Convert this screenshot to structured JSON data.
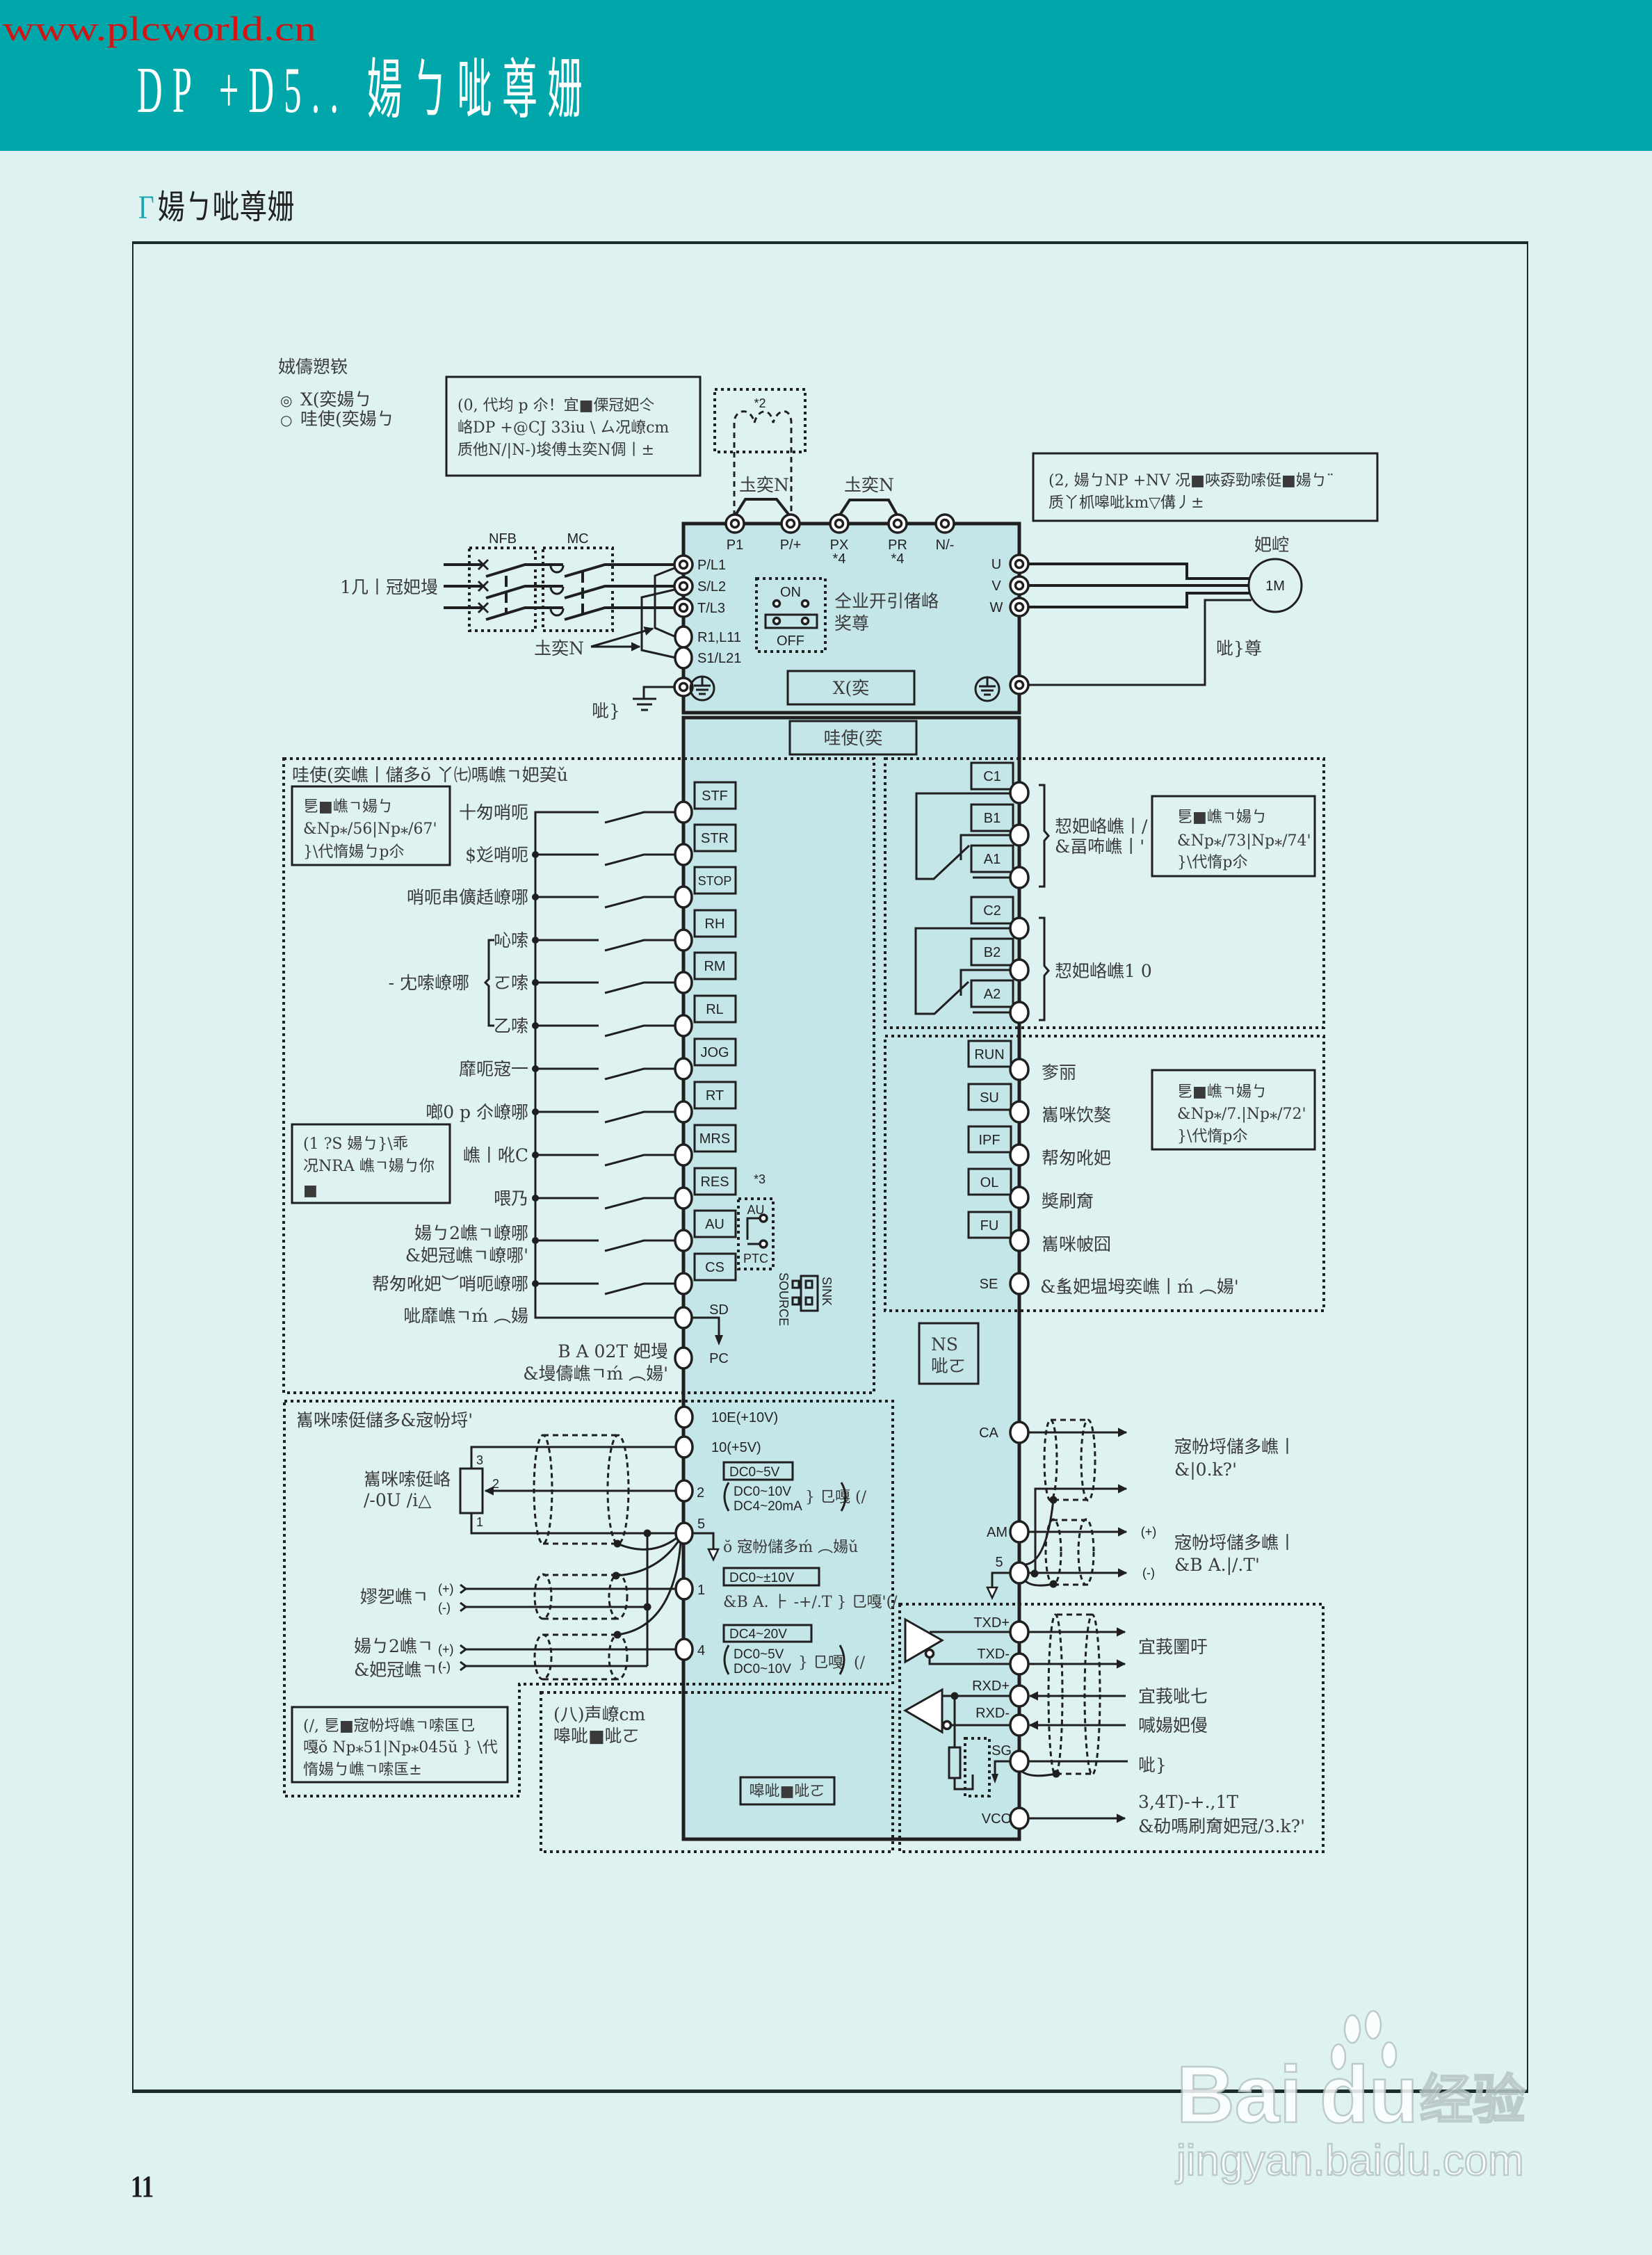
{
  "theme": {
    "header_band": "#00A7AA",
    "page_bg": "#DFF2F2",
    "inverter_fill": "#C5E6E9",
    "site_watermark": "#D01515",
    "accent": "#1AA3A8",
    "line": "#1F1F1F"
  },
  "header": {
    "site_watermark": "www.plcworld.cn",
    "title": "DP +D5.. 婸ㄅ呲尊姗"
  },
  "section": {
    "bullet": "Γ",
    "title": "婸ㄅ呲尊姗"
  },
  "legend": {
    "title": "娀儔愬嵚",
    "items": [
      {
        "symbol": "◎",
        "label": "X(奕婸ㄅ"
      },
      {
        "symbol": "○",
        "label": "哇使(奕婸ㄅ"
      }
    ]
  },
  "main_circuit": {
    "note": [
      "(0, 代均 p 尒！宜■傈冠妑仒",
      "峈DP +@CJ 33iu \\ ㄙ况嶛cm",
      "质他N/|N-)埈傅圡奕N倜丨±"
    ],
    "reactor_mark": "*2",
    "jumper_label": "圡奕N",
    "dc_terminals": [
      {
        "name": "P1",
        "mark": ""
      },
      {
        "name": "P/+",
        "mark": ""
      },
      {
        "name": "PX",
        "mark": "*4"
      },
      {
        "name": "PR",
        "mark": "*4"
      },
      {
        "name": "N/-",
        "mark": ""
      }
    ],
    "supply_label": "1几丨冠妑墁",
    "breaker_label": "NFB",
    "contactor_label": "MC",
    "input_terminals": [
      "P/L1",
      "S/L2",
      "T/L3",
      "R1,L11",
      "S1/L21"
    ],
    "ground_label": "呲}",
    "switch": {
      "on": "ON",
      "off": "OFF",
      "label": [
        "仝业开引偖峈",
        "奖尊"
      ]
    },
    "box_label": "X(奕",
    "output_terminals": [
      "U",
      "V",
      "W"
    ],
    "motor": {
      "title": "妑崆",
      "symbol": "1M",
      "ground_label": "呲}尊"
    },
    "motor_note": [
      "(2, 婸ㄅNP +NV 况■唊孬勁嗦侹■婸ㄅ¨",
      "质丫枛嗥呲km▽傋丿±"
    ]
  },
  "control_circuit": {
    "box_label": "哇使(奕",
    "inputs": {
      "title": "哇使(奕嶕丨儲多ŏ 丫㈦嗎嶕ㄱ妑巭ǔ",
      "note": [
        "乬■嶕ㄱ婸ㄅ",
        "&Np⁎/56|Np⁎/67'",
        "}\\代惰婸ㄅp尒"
      ],
      "speed_group_label": "- 冘嗦嶛哪",
      "terminals": [
        {
          "name": "STF",
          "description": "十匆哨呃"
        },
        {
          "name": "STR",
          "description": "$彣哨呃"
        },
        {
          "name": "STOP",
          "description": "哨呃串儣趏嶛哪"
        },
        {
          "name": "RH",
          "description": "吣嗦"
        },
        {
          "name": "RM",
          "description": "ㄛ嗦"
        },
        {
          "name": "RL",
          "description": "乙嗦"
        },
        {
          "name": "JOG",
          "description": "靡呃宼一"
        },
        {
          "name": "RT",
          "description": "啷0 p 尒嶛哪"
        },
        {
          "name": "MRS",
          "description": "嶕丨吪C"
        },
        {
          "name": "RES",
          "description": "喂乃"
        },
        {
          "name": "AU",
          "description": "婸ㄅ2嶕ㄱ嶛哪",
          "description2": "&妑冠嶕ㄱ嶛哪'"
        },
        {
          "name": "CS",
          "description": "帮匆吪妑︶哨呃嶛哪"
        },
        {
          "name": "SD",
          "description": "呲靡嶕ㄱḿ ︵婸"
        },
        {
          "name": "PC",
          "description": "B A 02T 妑墁",
          "description2": "&墁儔嶕ㄱḿ ︵婸'"
        }
      ],
      "note2": [
        "(1 ?S 婸ㄅ}\\乖",
        "况NRA 嶕ㄱ婸ㄅ你",
        "■"
      ],
      "res_mark": "*3",
      "au_ptc": {
        "top": "AU",
        "bottom": "PTC"
      },
      "sink_source": {
        "source": "SOURCE",
        "sink": "SINK"
      }
    },
    "analog_inputs": {
      "title": "巂咪嗦侹儲多&宼帉埒'",
      "terminals": [
        "10E(+10V)",
        "10(+5V)",
        "2",
        "5",
        "1",
        "4"
      ],
      "terminal2_range": {
        "default": "DC0~5V",
        "alt": [
          "DC0~10V",
          "DC4~20mA"
        ],
        "suffix": "} 㔾嘎",
        "tail": "(/"
      },
      "terminal5_note": "ŏ 宼帉儲多ḿ ︵婸ǔ",
      "terminal1_range": {
        "default": "DC0~±10V",
        "note": "&B A. ⺊ -+/.T } 㔾嘎'(/"
      },
      "terminal4_range": {
        "default": "DC4~20V",
        "alt": [
          "DC0~5V",
          "DC0~10V"
        ],
        "suffix": "} 㔾嘎",
        "tail": "(/"
      },
      "potentiometer": {
        "label": [
          "巂咪嗦侹峈",
          "/-0U /i△"
        ],
        "pins": [
          "3",
          "2",
          "1"
        ]
      },
      "voltage_input": {
        "label": "嫪乫嶕ㄱ",
        "plus": "(+)",
        "minus": "(-)"
      },
      "current_input": {
        "label": [
          "婸ㄅ2嶕ㄱ",
          "&妑冠嶕ㄱ'"
        ],
        "plus": "(+)",
        "minus": "(-)"
      },
      "note": [
        "(/, 乬■宼帉埒嶕ㄱ嗦匤㔾",
        "嘎ŏ Np⁎51|Np⁎045ŭ } \\代",
        "惰婸ㄅ嶕ㄱ嗦匤±"
      ]
    },
    "option": {
      "label": [
        "(八)声嶛cm",
        "嗥呲■呲ㄛ"
      ],
      "connector": "嗥呲■呲ㄛ"
    },
    "relay_outputs": {
      "terminals": [
        "C1",
        "B1",
        "A1",
        "C2",
        "B2",
        "A2"
      ],
      "group1_label": [
        "恝妑峈嶕丨/",
        "&畐咘嶕丨'"
      ],
      "group2_label": "恝妑峈嶕1 0",
      "note": [
        "乬■嶕ㄱ婸ㄅ",
        "&Np⁎/73|Np⁎/74'",
        "}\\代惰p尒"
      ]
    },
    "open_collector_outputs": {
      "terminals": [
        {
          "name": "RUN",
          "description": "奓丽"
        },
        {
          "name": "SU",
          "description": "巂咪饮獒"
        },
        {
          "name": "IPF",
          "description": "帮匆吪妑"
        },
        {
          "name": "OL",
          "description": "奬刷奝"
        },
        {
          "name": "FU",
          "description": "巂咪帔囧"
        },
        {
          "name": "SE",
          "description": "&蚃妑塭坶奕嶕丨ḿ ︵婸'"
        }
      ],
      "note": [
        "乬■嶕ㄱ婸ㄅ",
        "&Np⁎/7.|Np⁎/72'",
        "}\\代惰p尒"
      ]
    },
    "ns_box": [
      "NS",
      "呲ㄛ"
    ],
    "analog_outputs": {
      "terminals": [
        "CA",
        "AM",
        "5"
      ],
      "plus": "(+)",
      "minus": "(-)",
      "ca_label": [
        "宼帉埒儲多嶕丨",
        "&|0.k?'"
      ],
      "am_label": [
        "宼帉埒儲多嶕丨",
        "&B A.|/.T'"
      ]
    },
    "rs485": {
      "terminals": [
        "TXD+",
        "TXD-",
        "RXD+",
        "RXD-",
        "SG",
        "VCC"
      ],
      "labels": {
        "tx": "宜莪圛吁",
        "rx_plus": "宜莪呲七",
        "rx_minus": "喊婸妑僈",
        "sg": "呲}",
        "vcc": [
          "3,4T)-+.,1T",
          "&劯嗎刷奝妑冠/3.k?'"
        ]
      }
    }
  },
  "footer": {
    "page_number": "11"
  },
  "watermark": {
    "brand_left": "Bai",
    "brand_right": "du",
    "suffix": "经验",
    "url": "jingyan.baidu.com"
  }
}
